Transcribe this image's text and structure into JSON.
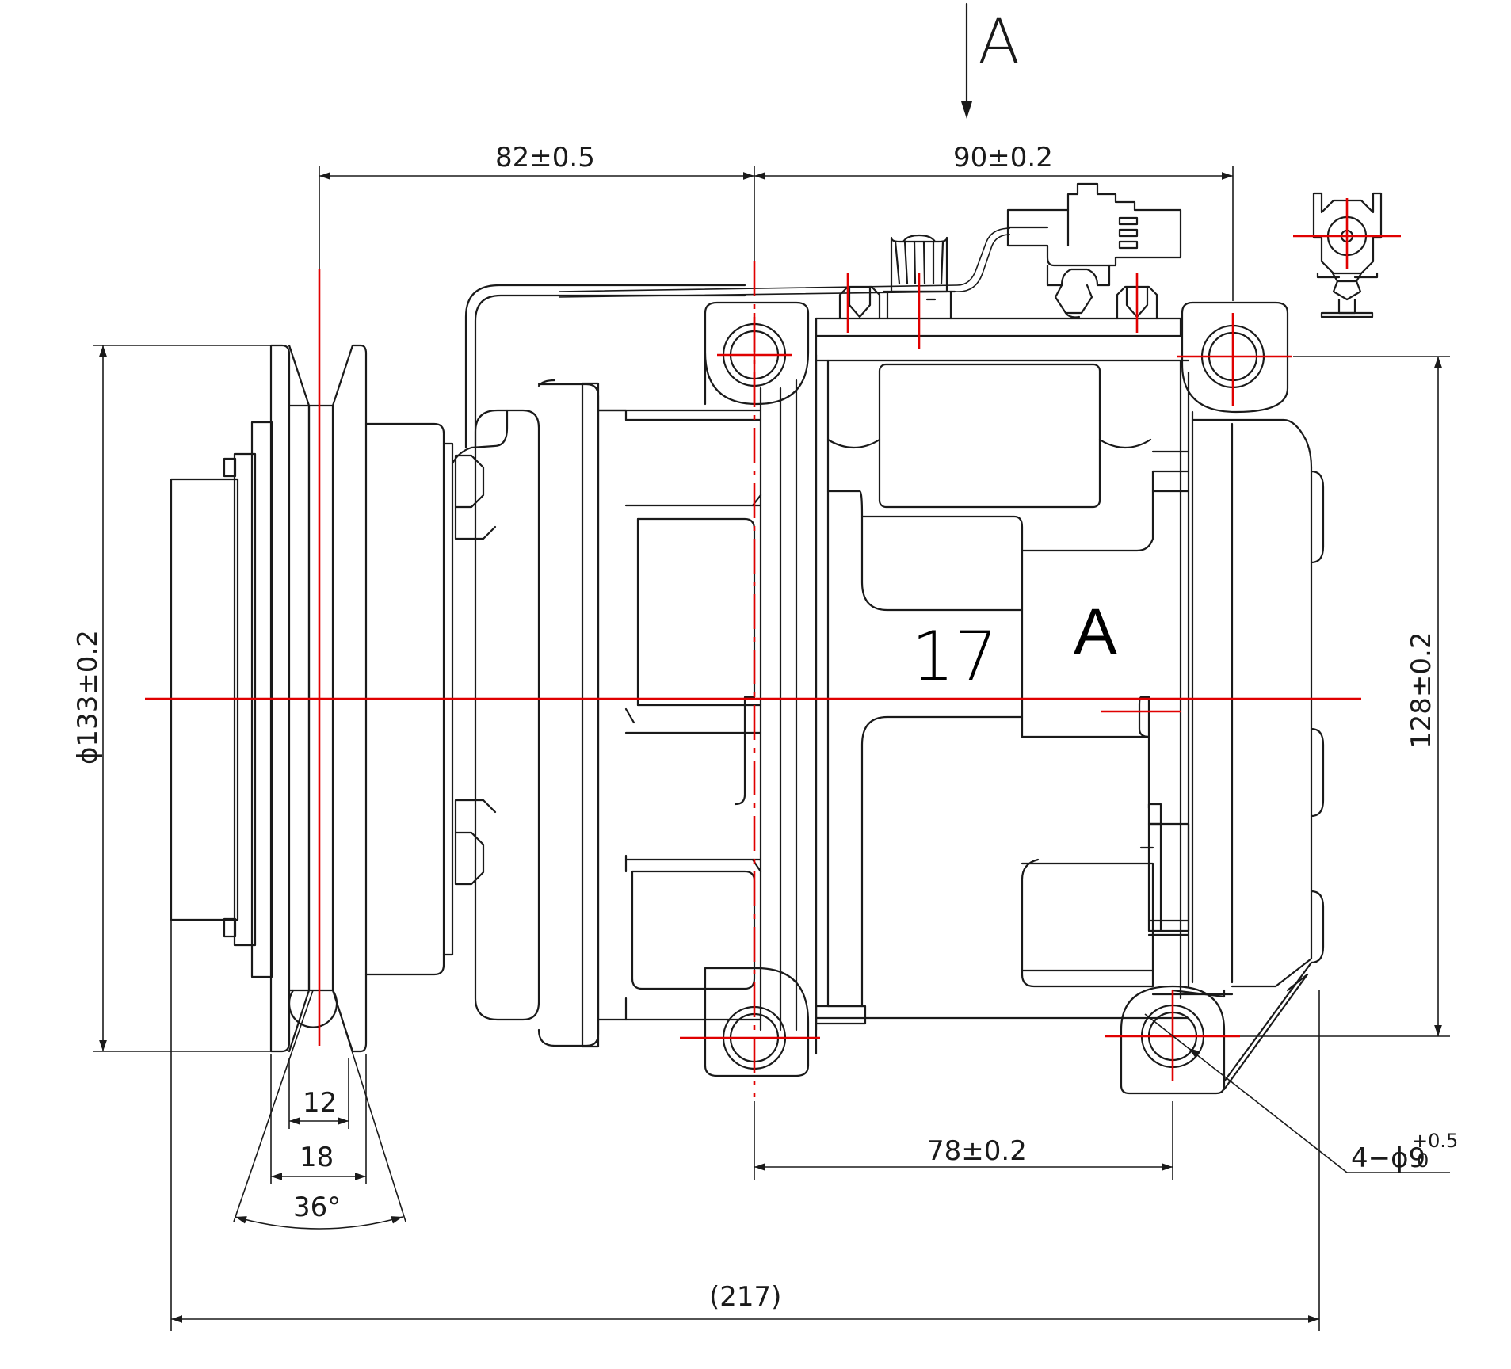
{
  "drawing": {
    "view_label": "A",
    "part_label_number": "17",
    "part_label_letter": "A"
  },
  "dimensions": {
    "d_82": "82±0.5",
    "d_90": "90±0.2",
    "d_133": "ϕ133±0.2",
    "d_128": "128±0.2",
    "d_78": "78±0.2",
    "d_217": "(217)",
    "d_12": "12",
    "d_18": "18",
    "d_36": "36°",
    "hole_prefix": "4−ϕ9",
    "hole_tol_upper": "+0.5",
    "hole_tol_lower": "0"
  },
  "colors": {
    "line": "#1a1a1a",
    "centerline": "#e00000",
    "background": "#ffffff"
  }
}
